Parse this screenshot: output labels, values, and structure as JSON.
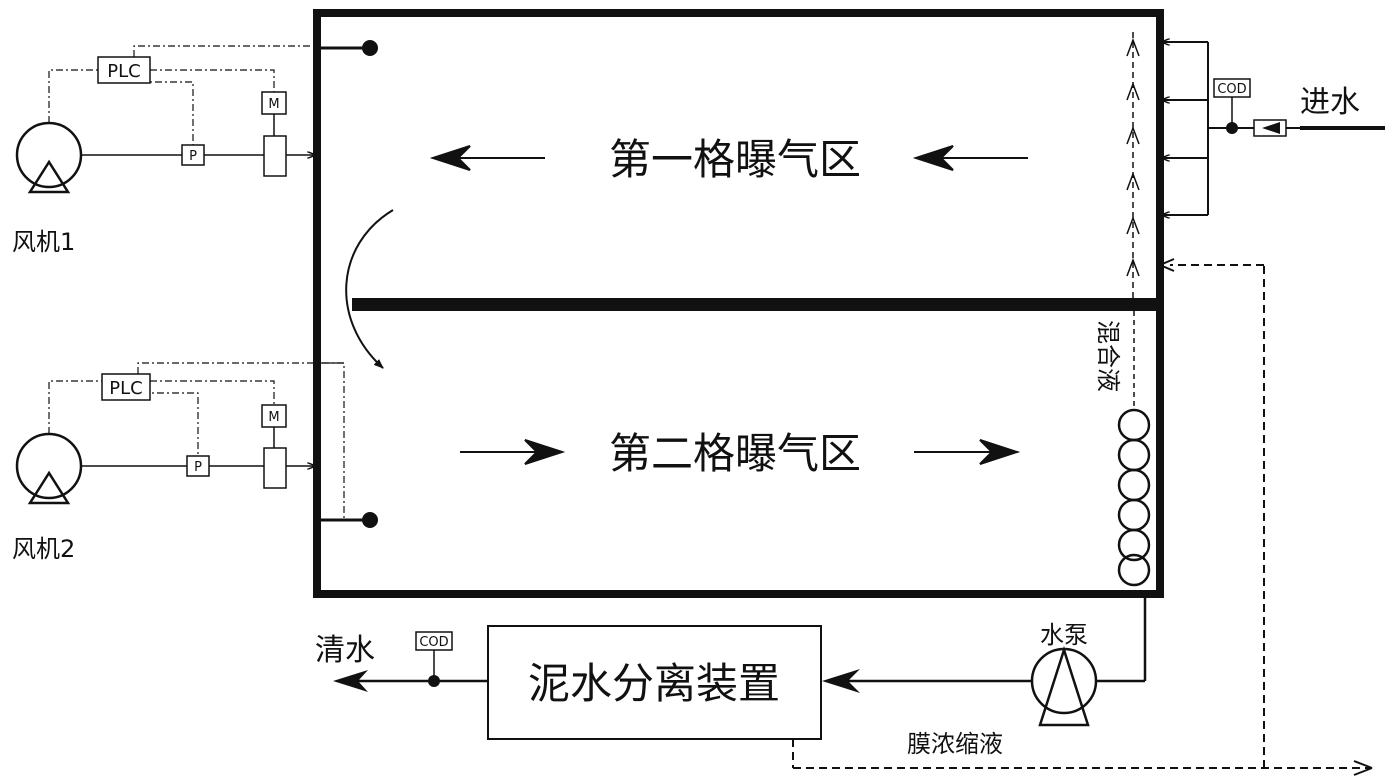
{
  "zones": {
    "first": "第一格曝气区",
    "second": "第二格曝气区"
  },
  "labels": {
    "inlet": "进水",
    "clean_water": "清水",
    "mixed_liquor": "混合液",
    "water_pump": "水泵",
    "separator": "泥水分离装置",
    "membrane_concentrate": "膜浓缩液",
    "fan1": "风机1",
    "fan2": "风机2",
    "plc": "PLC",
    "m": "M",
    "p": "P",
    "cod": "COD"
  },
  "colors": {
    "line": "#111111",
    "background": "#ffffff"
  }
}
